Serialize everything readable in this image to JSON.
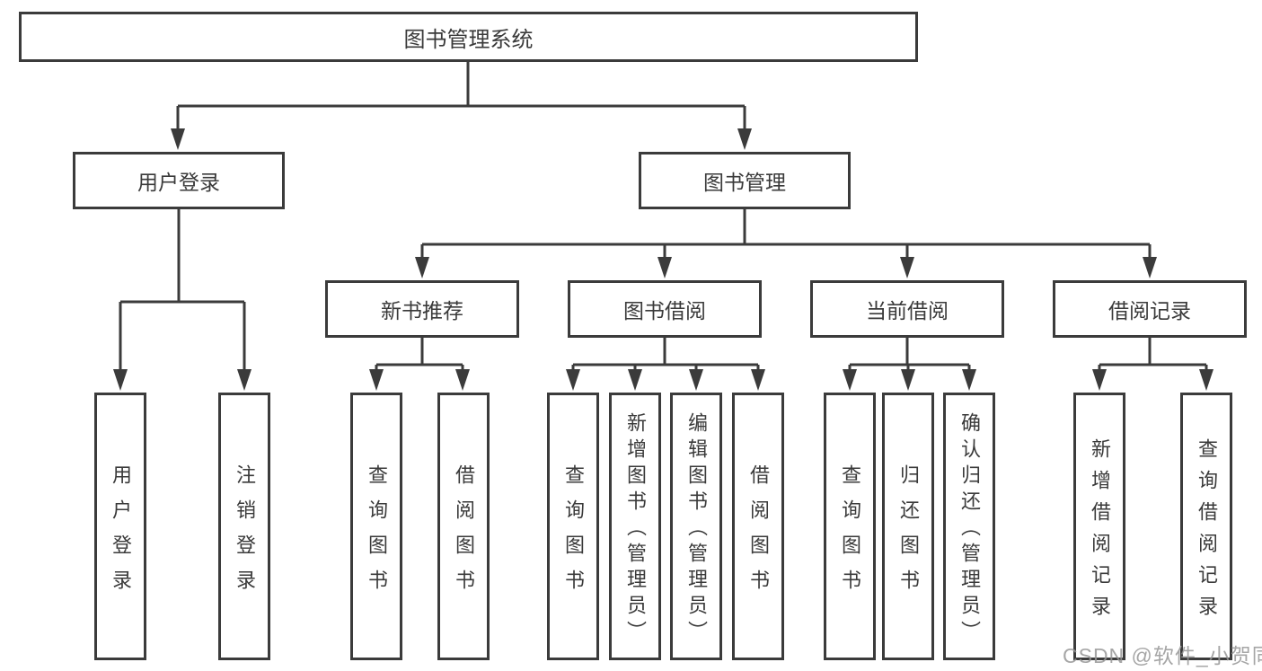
{
  "diagram": {
    "root": {
      "label": "图书管理系统"
    },
    "level2": [
      {
        "label": "用户登录"
      },
      {
        "label": "图书管理"
      }
    ],
    "level3": [
      {
        "label": "新书推荐"
      },
      {
        "label": "图书借阅"
      },
      {
        "label": "当前借阅"
      },
      {
        "label": "借阅记录"
      }
    ],
    "leaves": [
      {
        "label": "用户登录",
        "parent": "用户登录"
      },
      {
        "label": "注销登录",
        "parent": "用户登录"
      },
      {
        "label": "查询图书",
        "parent": "新书推荐"
      },
      {
        "label": "借阅图书",
        "parent": "新书推荐"
      },
      {
        "label": "查询图书",
        "parent": "图书借阅"
      },
      {
        "label": "新增图书（管理员）",
        "parent": "图书借阅"
      },
      {
        "label": "编辑图书（管理员）",
        "parent": "图书借阅"
      },
      {
        "label": "借阅图书",
        "parent": "图书借阅"
      },
      {
        "label": "查询图书",
        "parent": "当前借阅"
      },
      {
        "label": "归还图书",
        "parent": "当前借阅"
      },
      {
        "label": "确认归还（管理员）",
        "parent": "当前借阅"
      },
      {
        "label": "新增借阅记录",
        "parent": "借阅记录"
      },
      {
        "label": "查询借阅记录",
        "parent": "借阅记录"
      }
    ],
    "watermark": "CSDN @软件_小贺同学",
    "colors": {
      "line": "#3b3b3b",
      "text": "#3a3a3a",
      "watermark": "#969696",
      "background": "#ffffff"
    }
  }
}
